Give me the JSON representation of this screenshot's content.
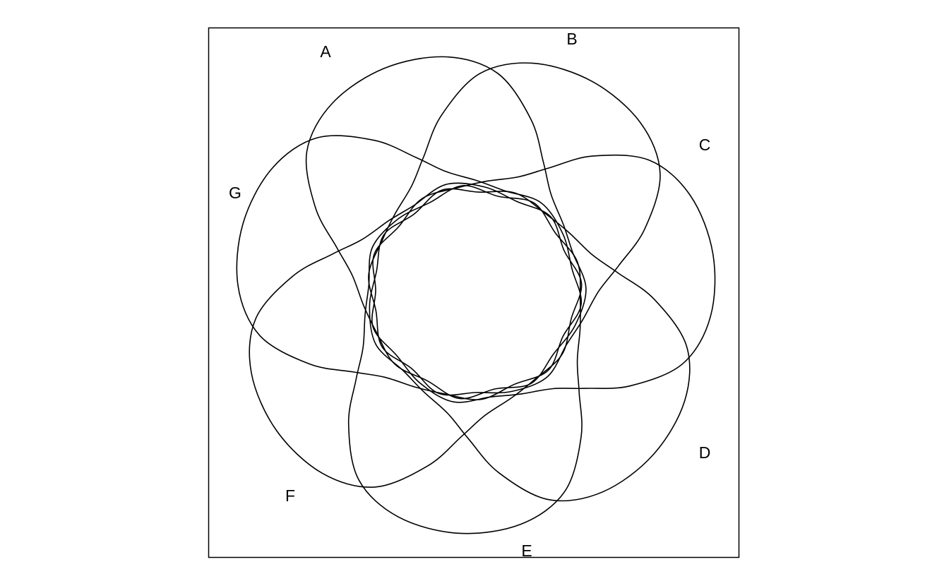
{
  "diagram": {
    "type": "venn",
    "sets": [
      {
        "id": "A",
        "label": "A"
      },
      {
        "id": "B",
        "label": "B"
      },
      {
        "id": "C",
        "label": "C"
      },
      {
        "id": "D",
        "label": "D"
      },
      {
        "id": "E",
        "label": "E"
      },
      {
        "id": "F",
        "label": "F"
      },
      {
        "id": "G",
        "label": "G"
      }
    ],
    "border": true,
    "stroke_color": "#000000",
    "background_color": "#ffffff"
  }
}
